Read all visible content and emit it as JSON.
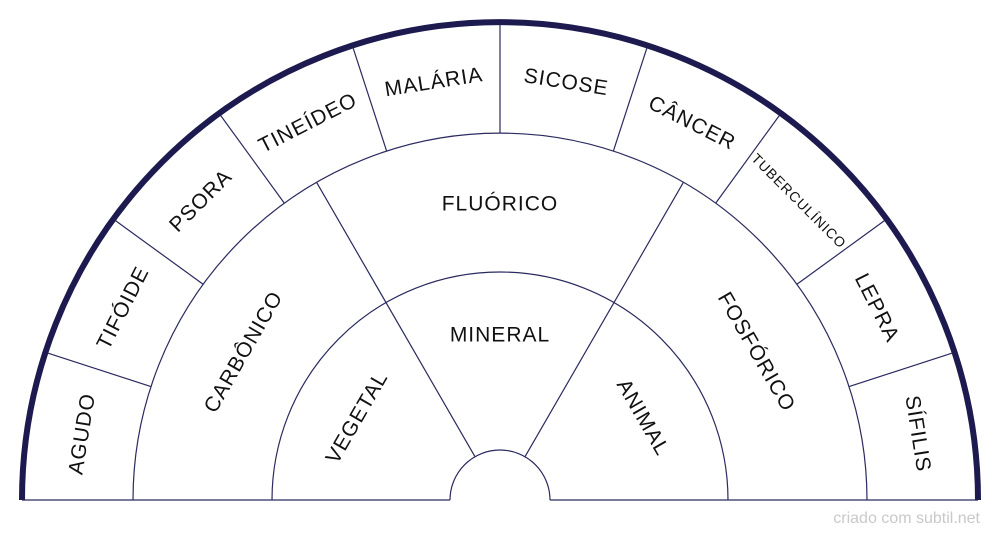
{
  "colors": {
    "outer_rim": "#1c1a4f",
    "divider": "#2a2a60",
    "text": "#111111",
    "credit": "#c9c9c9"
  },
  "inner_ring": {
    "labels": [
      "VEGETAL",
      "MINERAL",
      "ANIMAL"
    ]
  },
  "middle_ring": {
    "labels": [
      "CARBÔNICO",
      "FLUÓRICO",
      "FOSFÓRICO"
    ]
  },
  "outer_ring": {
    "labels": [
      "AGUDO",
      "TIFÓIDE",
      "PSORA",
      "TINEÍDEO",
      "MALÁRIA",
      "SICOSE",
      "CÂNCER",
      "TUBERCULÍNICO",
      "LEPRA",
      "SÍFILIS"
    ]
  },
  "credit": "criado com subtil.net"
}
